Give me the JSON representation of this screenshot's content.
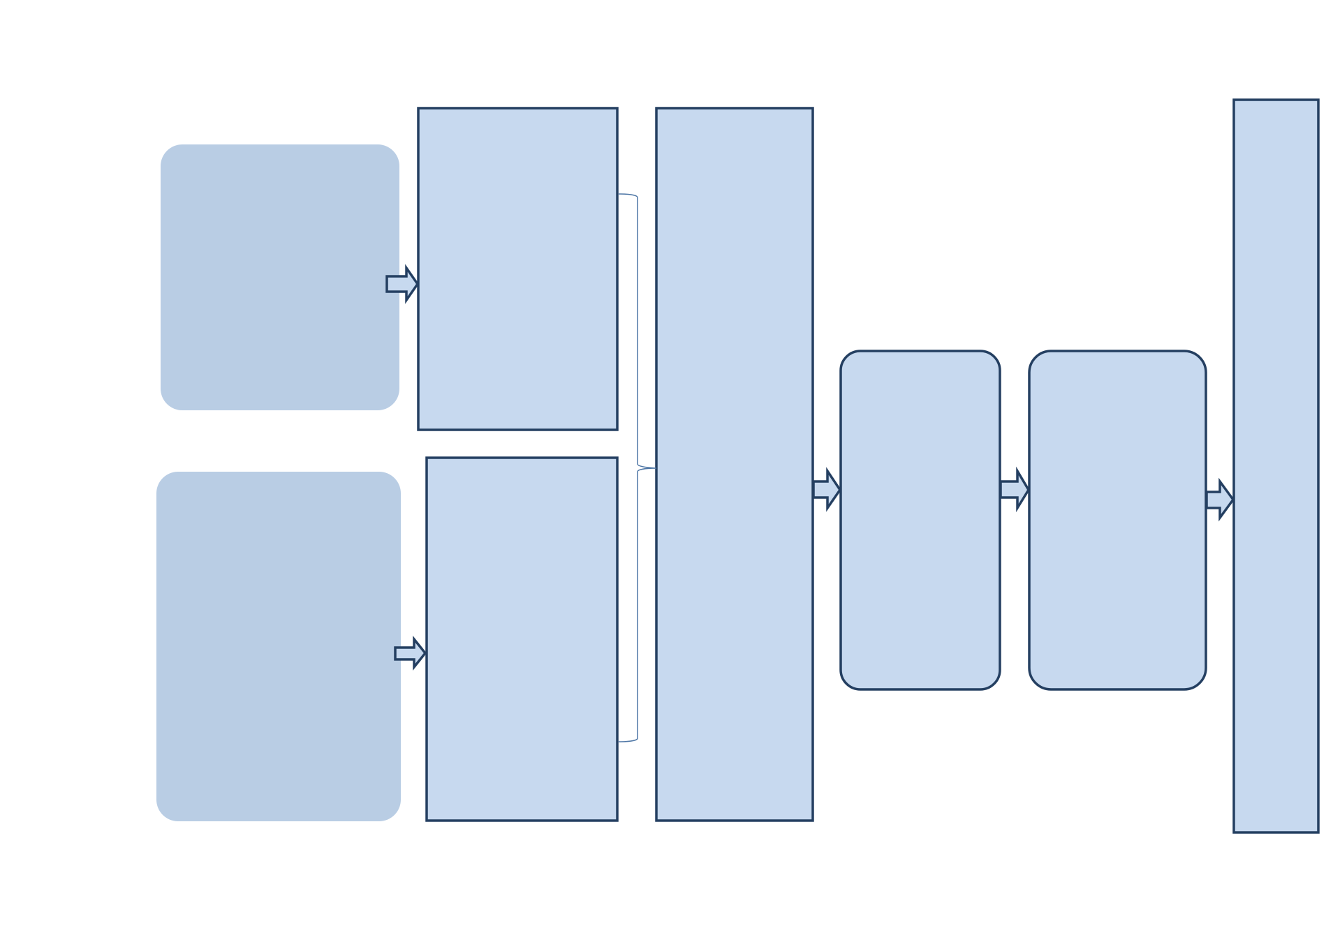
{
  "diagram": {
    "nodes": [
      {
        "id": "input-1",
        "label": ""
      },
      {
        "id": "input-2",
        "label": ""
      },
      {
        "id": "process-1",
        "label": ""
      },
      {
        "id": "process-2",
        "label": ""
      },
      {
        "id": "merge",
        "label": ""
      },
      {
        "id": "step-a",
        "label": ""
      },
      {
        "id": "step-b",
        "label": ""
      },
      {
        "id": "output",
        "label": ""
      }
    ],
    "edges": [
      {
        "from": "input-1",
        "to": "process-1",
        "style": "block-arrow"
      },
      {
        "from": "input-2",
        "to": "process-2",
        "style": "block-arrow"
      },
      {
        "from": "process-1",
        "to": "merge",
        "style": "brace"
      },
      {
        "from": "process-2",
        "to": "merge",
        "style": "brace"
      },
      {
        "from": "merge",
        "to": "step-a",
        "style": "block-arrow"
      },
      {
        "from": "step-a",
        "to": "step-b",
        "style": "block-arrow"
      },
      {
        "from": "step-b",
        "to": "output",
        "style": "block-arrow"
      }
    ]
  },
  "colors": {
    "soft_fill": "#b9cde4",
    "box_fill": "#c7d9ef",
    "outline": "#243f61",
    "brace": "#4f77a6",
    "background": "#ffffff"
  }
}
